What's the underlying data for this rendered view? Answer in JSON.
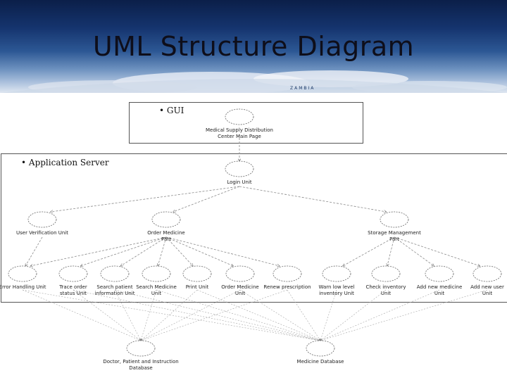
{
  "slide": {
    "title": "UML Structure Diagram",
    "banner_caption": "ZAMBIA"
  },
  "layers": {
    "gui": "GUI",
    "app": "Application Server"
  },
  "nodes": [
    {
      "id": "main_page",
      "lines": [
        "Medical Supply Distribution",
        "Center Main Page"
      ]
    },
    {
      "id": "login",
      "lines": [
        "Login Unit"
      ]
    },
    {
      "id": "user_verif",
      "lines": [
        "User Verification Unit"
      ]
    },
    {
      "id": "order_med_part",
      "lines": [
        "Order Medicine",
        "Part"
      ]
    },
    {
      "id": "storage_mgmt",
      "lines": [
        "Storage Management",
        "Part"
      ]
    },
    {
      "id": "error",
      "lines": [
        "Error Handling Unit"
      ]
    },
    {
      "id": "trace_order",
      "lines": [
        "Trace order",
        "status Unit"
      ]
    },
    {
      "id": "search_patient",
      "lines": [
        "Search patient",
        "information Unit"
      ]
    },
    {
      "id": "search_med",
      "lines": [
        "Search Medicine",
        "Unit"
      ]
    },
    {
      "id": "print",
      "lines": [
        "Print Unit"
      ]
    },
    {
      "id": "order_med_unit",
      "lines": [
        "Order Medicine",
        "Unit"
      ]
    },
    {
      "id": "renew",
      "lines": [
        "Renew prescription"
      ]
    },
    {
      "id": "warn_low",
      "lines": [
        "Warn low level",
        "inventory Unit"
      ]
    },
    {
      "id": "check_inv",
      "lines": [
        "Check inventory",
        "Unit"
      ]
    },
    {
      "id": "add_med",
      "lines": [
        "Add new medicine",
        "Unit"
      ]
    },
    {
      "id": "add_user",
      "lines": [
        "Add new user",
        "Unit"
      ]
    },
    {
      "id": "doctor_db",
      "lines": [
        "Doctor, Patient and Instruction",
        "Database"
      ]
    },
    {
      "id": "med_db",
      "lines": [
        "Medicine Database"
      ]
    }
  ],
  "edges": [
    [
      "main_page",
      "login"
    ],
    [
      "login",
      "user_verif"
    ],
    [
      "login",
      "order_med_part"
    ],
    [
      "login",
      "storage_mgmt"
    ],
    [
      "user_verif",
      "error"
    ],
    [
      "order_med_part",
      "error"
    ],
    [
      "order_med_part",
      "trace_order"
    ],
    [
      "order_med_part",
      "search_patient"
    ],
    [
      "order_med_part",
      "search_med"
    ],
    [
      "order_med_part",
      "print"
    ],
    [
      "order_med_part",
      "order_med_unit"
    ],
    [
      "order_med_part",
      "renew"
    ],
    [
      "storage_mgmt",
      "warn_low"
    ],
    [
      "storage_mgmt",
      "check_inv"
    ],
    [
      "storage_mgmt",
      "add_med"
    ],
    [
      "storage_mgmt",
      "add_user"
    ]
  ],
  "db_edges": [
    [
      "error",
      "doctor_db"
    ],
    [
      "trace_order",
      "doctor_db"
    ],
    [
      "search_patient",
      "doctor_db"
    ],
    [
      "search_med",
      "doctor_db"
    ],
    [
      "print",
      "doctor_db"
    ],
    [
      "order_med_unit",
      "doctor_db"
    ],
    [
      "renew",
      "doctor_db"
    ],
    [
      "error",
      "med_db"
    ],
    [
      "trace_order",
      "med_db"
    ],
    [
      "search_patient",
      "med_db"
    ],
    [
      "search_med",
      "med_db"
    ],
    [
      "print",
      "med_db"
    ],
    [
      "order_med_unit",
      "med_db"
    ],
    [
      "renew",
      "med_db"
    ],
    [
      "warn_low",
      "med_db"
    ],
    [
      "check_inv",
      "med_db"
    ],
    [
      "add_med",
      "med_db"
    ],
    [
      "add_user",
      "med_db"
    ]
  ]
}
